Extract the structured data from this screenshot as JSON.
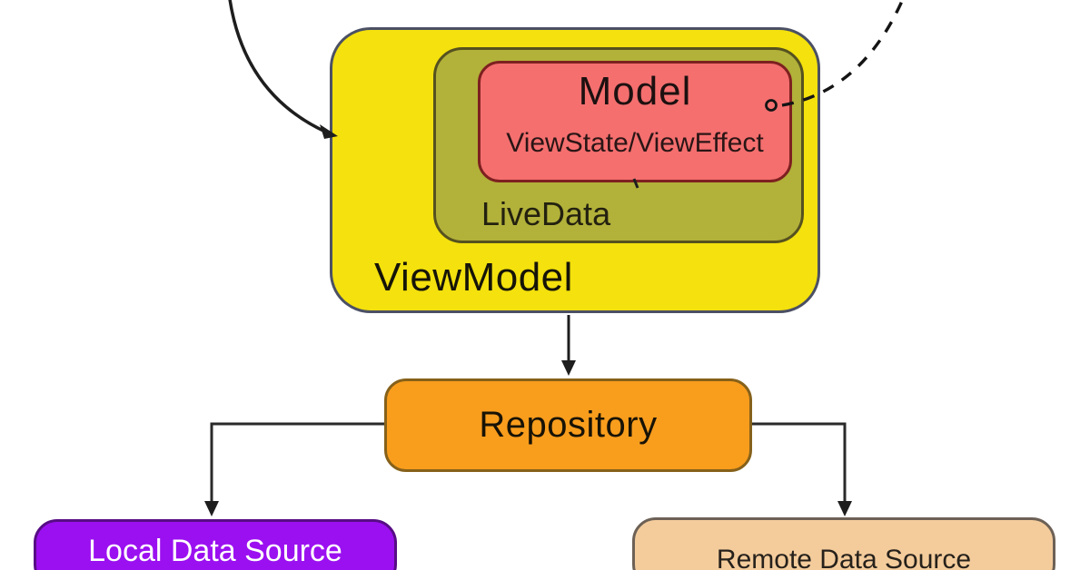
{
  "diagram": {
    "viewmodel_box": {
      "label": "ViewModel",
      "fill": "#f4e10d",
      "border": "#4b5064"
    },
    "livedata_box": {
      "label": "LiveData",
      "fill": "#b2b13a",
      "border": "#56511f"
    },
    "model_box": {
      "title": "Model",
      "subtitle": "ViewState/ViewEffect",
      "fill": "#f56f6f",
      "border": "#7e2020"
    },
    "repository_box": {
      "label": "Repository",
      "fill": "#f99d1d",
      "border": "#86611a"
    },
    "local_data_source_box": {
      "label": "Local Data Source",
      "fill": "#9b10f0",
      "border": "#570d85",
      "text_color": "#ffffff"
    },
    "remote_data_source_box": {
      "label": "Remote Data Source",
      "fill": "#f4cc9c",
      "border": "#6d6156",
      "text_color": "#26211b"
    },
    "connector_color": "#1e1e1e"
  }
}
